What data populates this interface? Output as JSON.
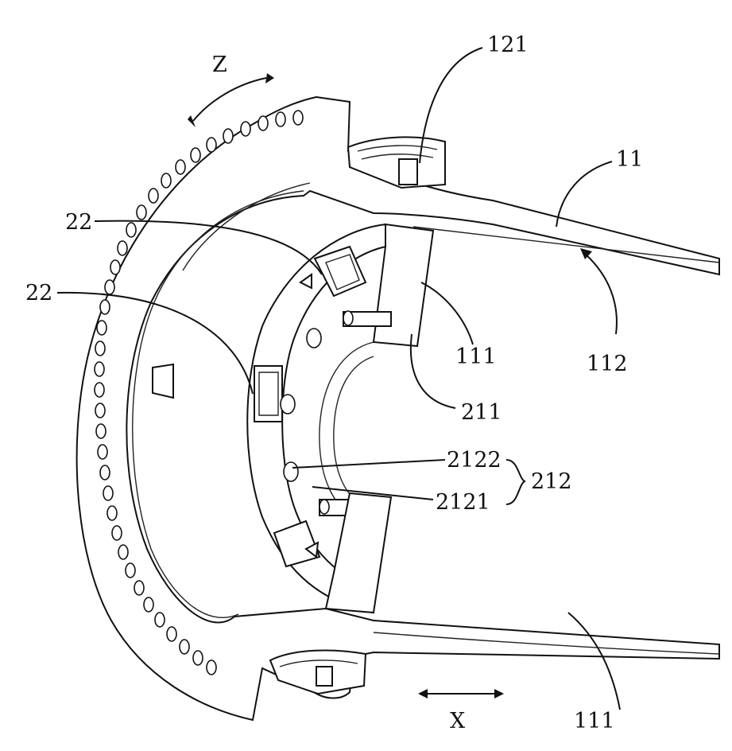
{
  "figure": {
    "labels": {
      "z": "Z",
      "x": "X",
      "l121": "121",
      "l11": "11",
      "l22a": "22",
      "l22b": "22",
      "l111a": "111",
      "l112": "112",
      "l211": "211",
      "l2122": "2122",
      "l2121": "2121",
      "l212": "212",
      "l111b": "111"
    }
  }
}
